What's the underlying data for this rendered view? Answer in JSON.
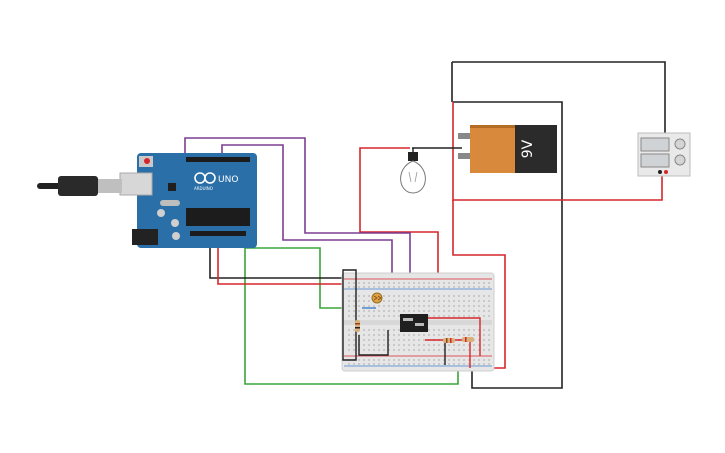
{
  "battery": {
    "label": "9V"
  },
  "arduino": {
    "logo_text": "UNO",
    "brand_text": "ARDUINO"
  },
  "colors": {
    "wire_red": "#d6262b",
    "wire_black": "#222222",
    "wire_purple": "#7b3f8f",
    "wire_green": "#3aa53a",
    "wire_blue": "#3f7fd0",
    "board_blue": "#2a6fa8",
    "breadboard": "#e6e6e6",
    "battery_orange": "#d9893c",
    "battery_black": "#2b2b2b"
  },
  "icons": [
    "usb-cable-icon",
    "lightbulb-icon",
    "battery-icon",
    "power-supply-icon",
    "relay-icon",
    "resistor-icon",
    "photoresistor-icon"
  ]
}
